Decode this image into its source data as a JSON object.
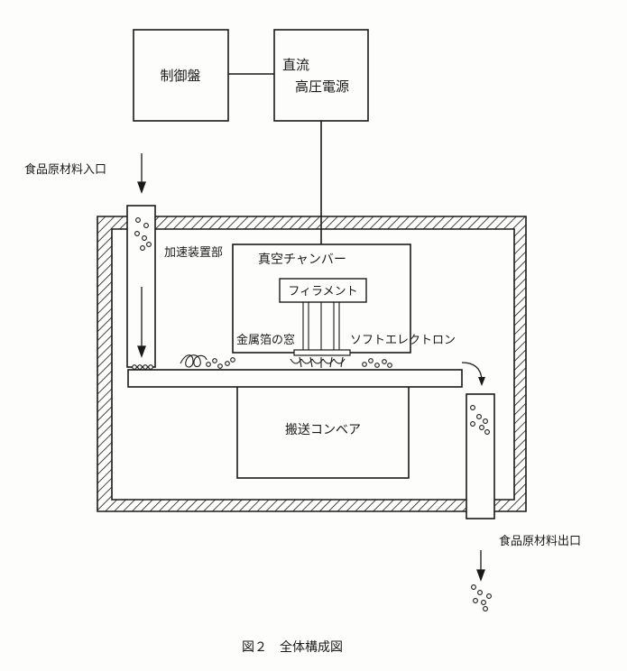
{
  "labels": {
    "control_panel": "制御盤",
    "dc_power_line1": "直流",
    "dc_power_line2": "高圧電源",
    "food_inlet": "食品原材料入口",
    "accelerator": "加速装置部",
    "vacuum_chamber": "真空チャンバー",
    "filament": "フィラメント",
    "metal_foil_window": "金属箔の窓",
    "soft_electron": "ソフトエレクトロン",
    "conveyor": "搬送コンベア",
    "food_outlet": "食品原材料出口",
    "caption": "図２　全体構成図"
  },
  "colors": {
    "line": "#1a1a1a",
    "paper": "#fdfdfb"
  }
}
